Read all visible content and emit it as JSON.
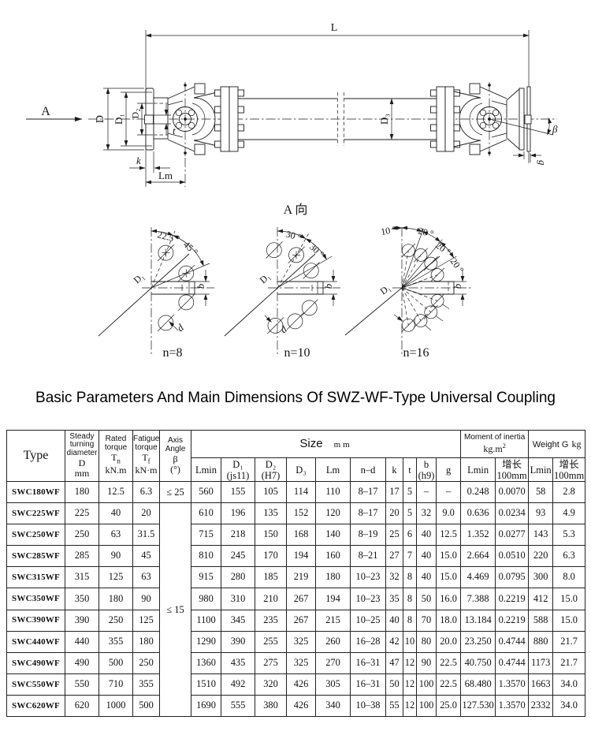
{
  "title": "Basic Parameters And Main Dimensions Of SWZ-WF-Type Universal Coupling",
  "drawing": {
    "arrow_label": "A",
    "view_title": "A 向",
    "dim_L": "L",
    "dim_D": "D",
    "dim_D1": "D₁",
    "dim_D2": "D₂",
    "dim_D3": "D₃",
    "dim_t": "t",
    "dim_k": "k",
    "dim_Lm": "Lm",
    "dim_beta": "β",
    "dim_g": "g",
    "flanges": [
      {
        "label": "n=8",
        "angle1": "22.5 °",
        "angle2": "45 °",
        "d1": "D₁",
        "b": "b",
        "d": "d"
      },
      {
        "label": "n=10",
        "angle1": "30 °",
        "angle2": "30 °",
        "d1": "D₁",
        "b": "b",
        "d": "d"
      },
      {
        "label": "n=16",
        "angle1": "10 °",
        "angle2": "20 °",
        "angle3": "20 °",
        "angle4": "20 °",
        "d1": "D₁",
        "b": "b"
      }
    ]
  },
  "table": {
    "col_type": "Type",
    "col_d": {
      "l1": "Steady",
      "l2": "turning",
      "l3": "diameter",
      "sym": "D",
      "unit": "mm"
    },
    "col_tn": {
      "l1": "Rated",
      "l2": "torque",
      "sym": "T",
      "sub": "n",
      "unit": "kN.m"
    },
    "col_tf": {
      "l1": "Fatigue",
      "l2": "torque",
      "sym": "T",
      "sub": "f",
      "unit": "kN·m"
    },
    "col_beta": {
      "l1": "Axis",
      "l2": "Angle",
      "sym": "β",
      "unit": "(°)"
    },
    "size_group": {
      "label": "Size",
      "unit": "mm"
    },
    "size_cols": [
      {
        "l1": "Lmin"
      },
      {
        "l1": "D₁",
        "l2": "(js11)"
      },
      {
        "l1": "D₂",
        "l2": "(H7)"
      },
      {
        "l1": "D₃"
      },
      {
        "l1": "Lm"
      },
      {
        "l1": "n–d"
      },
      {
        "l1": "k"
      },
      {
        "l1": "t"
      },
      {
        "l1": "b",
        "l2": "(h9)"
      },
      {
        "l1": "g"
      }
    ],
    "inertia_group": {
      "l1": "Moment of inertia",
      "unit": "kg.m",
      "sup": "2"
    },
    "weight_group": {
      "l1": "Weight G",
      "unit": "kg"
    },
    "sub_cols": [
      {
        "l1": "Lmin"
      },
      {
        "l1": "增长",
        "l2": "100mm"
      },
      {
        "l1": "Lmin"
      },
      {
        "l1": "增长",
        "l2": "100mm"
      }
    ],
    "axis_first": "≤ 25",
    "axis_rest": "≤ 15",
    "rows": [
      [
        "SWC180WF",
        "180",
        "12.5",
        "6.3",
        "560",
        "155",
        "105",
        "114",
        "110",
        "8–17",
        "17",
        "5",
        "–",
        "–",
        "0.248",
        "0.0070",
        "58",
        "2.8"
      ],
      [
        "SWC225WF",
        "225",
        "40",
        "20",
        "610",
        "196",
        "135",
        "152",
        "120",
        "8–17",
        "20",
        "5",
        "32",
        "9.0",
        "0.636",
        "0.0234",
        "93",
        "4.9"
      ],
      [
        "SWC250WF",
        "250",
        "63",
        "31.5",
        "715",
        "218",
        "150",
        "168",
        "140",
        "8–19",
        "25",
        "6",
        "40",
        "12.5",
        "1.352",
        "0.0277",
        "143",
        "5.3"
      ],
      [
        "SWC285WF",
        "285",
        "90",
        "45",
        "810",
        "245",
        "170",
        "194",
        "160",
        "8–21",
        "27",
        "7",
        "40",
        "15.0",
        "2.664",
        "0.0510",
        "220",
        "6.3"
      ],
      [
        "SWC315WF",
        "315",
        "125",
        "63",
        "915",
        "280",
        "185",
        "219",
        "180",
        "10–23",
        "32",
        "8",
        "40",
        "15.0",
        "4.469",
        "0.0795",
        "300",
        "8.0"
      ],
      [
        "SWC350WF",
        "350",
        "180",
        "90",
        "980",
        "310",
        "210",
        "267",
        "194",
        "10–23",
        "35",
        "8",
        "50",
        "16.0",
        "7.388",
        "0.2219",
        "412",
        "15.0"
      ],
      [
        "SWC390WF",
        "390",
        "250",
        "125",
        "1100",
        "345",
        "235",
        "267",
        "215",
        "10–25",
        "40",
        "8",
        "70",
        "18.0",
        "13.184",
        "0.2219",
        "588",
        "15.0"
      ],
      [
        "SWC440WF",
        "440",
        "355",
        "180",
        "1290",
        "390",
        "255",
        "325",
        "260",
        "16–28",
        "42",
        "10",
        "80",
        "20.0",
        "23.250",
        "0.4744",
        "880",
        "21.7"
      ],
      [
        "SWC490WF",
        "490",
        "500",
        "250",
        "1360",
        "435",
        "275",
        "325",
        "270",
        "16–31",
        "47",
        "12",
        "90",
        "22.5",
        "40.750",
        "0.4744",
        "1173",
        "21.7"
      ],
      [
        "SWC550WF",
        "550",
        "710",
        "355",
        "1510",
        "492",
        "320",
        "426",
        "305",
        "16–31",
        "50",
        "12",
        "100",
        "22.5",
        "68.480",
        "1.3570",
        "1663",
        "34.0"
      ],
      [
        "SWC620WF",
        "620",
        "1000",
        "500",
        "1690",
        "555",
        "380",
        "426",
        "340",
        "10–38",
        "55",
        "12",
        "100",
        "25.0",
        "127.530",
        "1.3570",
        "2332",
        "34.0"
      ]
    ]
  }
}
